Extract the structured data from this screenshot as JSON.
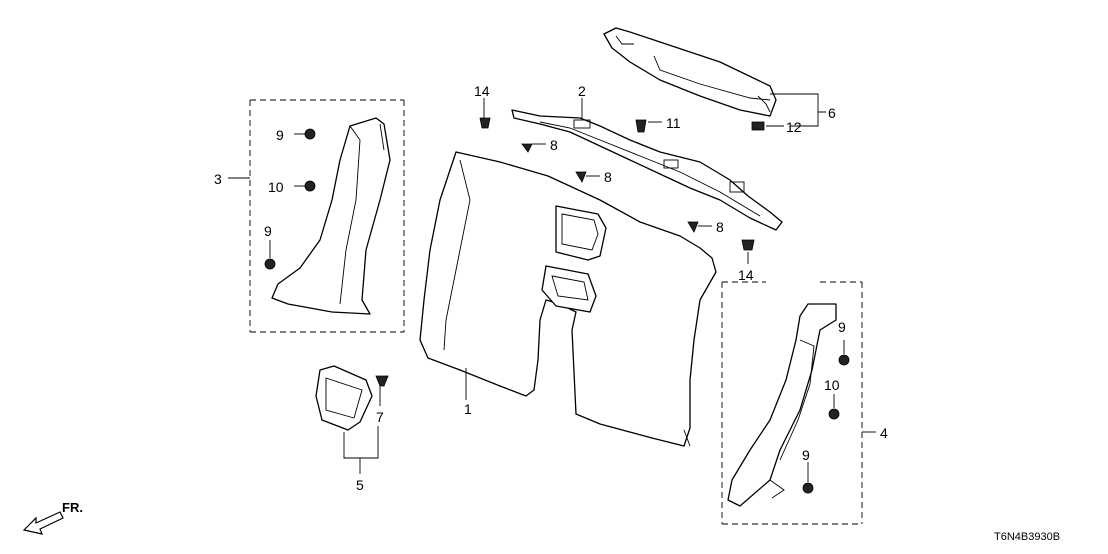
{
  "callouts": {
    "c1": "1",
    "c2": "2",
    "c3": "3",
    "c4": "4",
    "c5": "5",
    "c6": "6",
    "c7": "7",
    "c8a": "8",
    "c8b": "8",
    "c8c": "8",
    "c9a": "9",
    "c9b": "9",
    "c9c": "9",
    "c9d": "9",
    "c10a": "10",
    "c10b": "10",
    "c11": "11",
    "c12": "12",
    "c14a": "14",
    "c14b": "14"
  },
  "front_arrow_label": "FR.",
  "diagram_code": "T6N4B3930B"
}
